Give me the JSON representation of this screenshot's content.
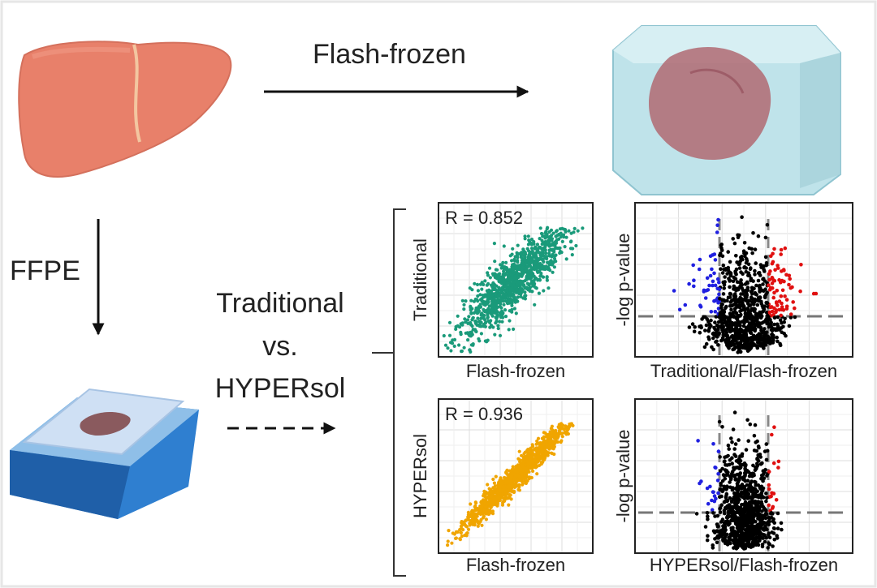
{
  "labels": {
    "flash_frozen_arrow": "Flash-frozen",
    "ffpe_arrow": "FFPE",
    "comparison_line1": "Traditional",
    "comparison_line2": "vs.",
    "comparison_line3": "HYPERsol"
  },
  "panels": {
    "scatter_traditional": {
      "r_label": "R = 0.852",
      "xlabel": "Flash-frozen",
      "ylabel": "Traditional",
      "point_color": "#1a9a7a"
    },
    "scatter_hypersol": {
      "r_label": "R = 0.936",
      "xlabel": "Flash-frozen",
      "ylabel": "HYPERsol",
      "point_color": "#f0a500"
    },
    "volcano_traditional": {
      "xlabel": "Traditional/Flash-frozen",
      "ylabel": "-log p-value"
    },
    "volcano_hypersol": {
      "xlabel": "HYPERsol/Flash-frozen",
      "ylabel": "-log p-value"
    }
  },
  "colors": {
    "liver": "#e8806a",
    "ice": "#bfe3ea",
    "slide_blue": "#2f7fd0",
    "down_regulated": "#2020e0",
    "up_regulated": "#e01010",
    "unchanged": "#000000"
  }
}
